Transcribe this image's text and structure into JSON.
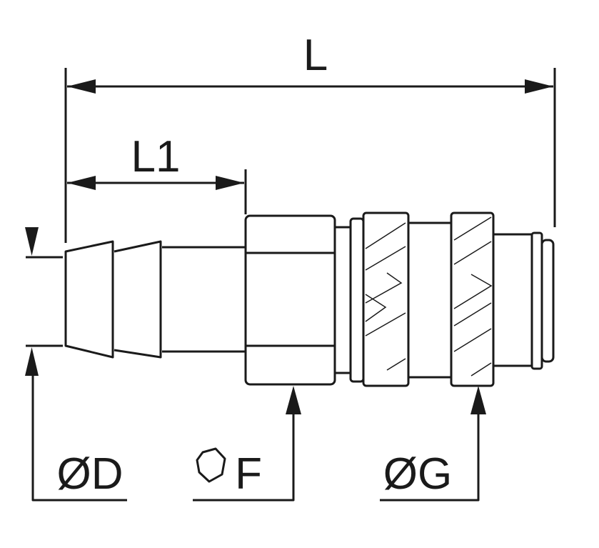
{
  "labels": {
    "overall_length": "L",
    "hose_tail_length": "L1",
    "hose_diameter": "ØD",
    "hex_size": "F",
    "sleeve_diameter": "ØG"
  },
  "colors": {
    "line": "#1a1a1a",
    "background": "#ffffff"
  },
  "icons": {
    "hex_symbol": "hexagon-icon"
  }
}
